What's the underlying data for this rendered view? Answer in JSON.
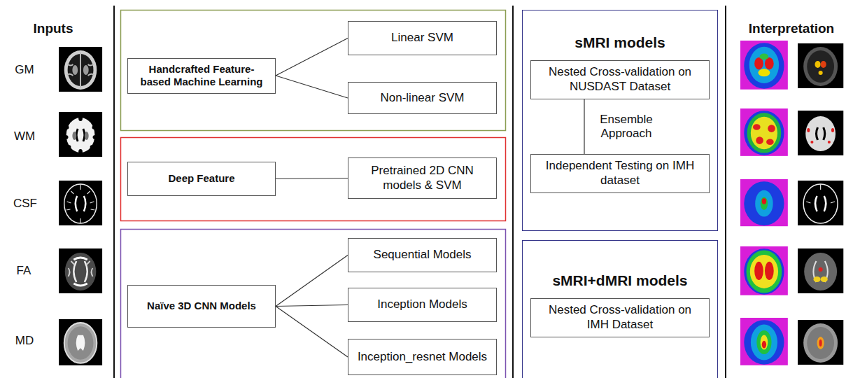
{
  "diagram": {
    "nodes": [
      {
        "text": [
          "Handcrafted Feature-based Machine Learning"
        ]
      },
      {
        "text": [
          "Linear SVM"
        ]
      },
      {
        "text": [
          "Non-linear SVM"
        ]
      },
      {
        "text": [
          "Deep Feature"
        ]
      },
      {
        "text": [
          "Pretrained 2D CNN models & SVM"
        ]
      },
      {
        "text": [
          "Naïve 3D CNN Models"
        ]
      },
      {
        "text": [
          "Sequential Models"
        ]
      },
      {
        "text": [
          "Inception Models"
        ]
      },
      {
        "text": [
          "Inception_resnet Models"
        ]
      },
      {
        "text": [
          "sMRI models"
        ]
      },
      {
        "text": [
          "Nested Cross-validation on NUSDAST Dataset"
        ],
        "in": 9
      },
      {
        "text": [
          "Independent Testing on IMH dataset"
        ],
        "in": 9
      },
      {
        "text": [
          "sMRI+dMRI models"
        ]
      },
      {
        "text": [
          "Nested Cross-validation on IMH Dataset"
        ],
        "in": 12
      }
    ],
    "edges": [
      {
        "from": 0,
        "to": 1,
        "arrow": "none"
      },
      {
        "from": 0,
        "to": 2,
        "arrow": "none"
      },
      {
        "from": 3,
        "to": 4,
        "arrow": "none"
      },
      {
        "from": 5,
        "to": 6,
        "arrow": "none"
      },
      {
        "from": 5,
        "to": 7,
        "arrow": "none"
      },
      {
        "from": 5,
        "to": 8,
        "arrow": "none"
      },
      {
        "from": 10,
        "to": 11,
        "label": "Ensemble Approach",
        "arrow": "none"
      }
    ],
    "labels": [
      "Inputs",
      "GM",
      "WM",
      "CSF",
      "FA",
      "MD",
      "Interpretation"
    ]
  }
}
